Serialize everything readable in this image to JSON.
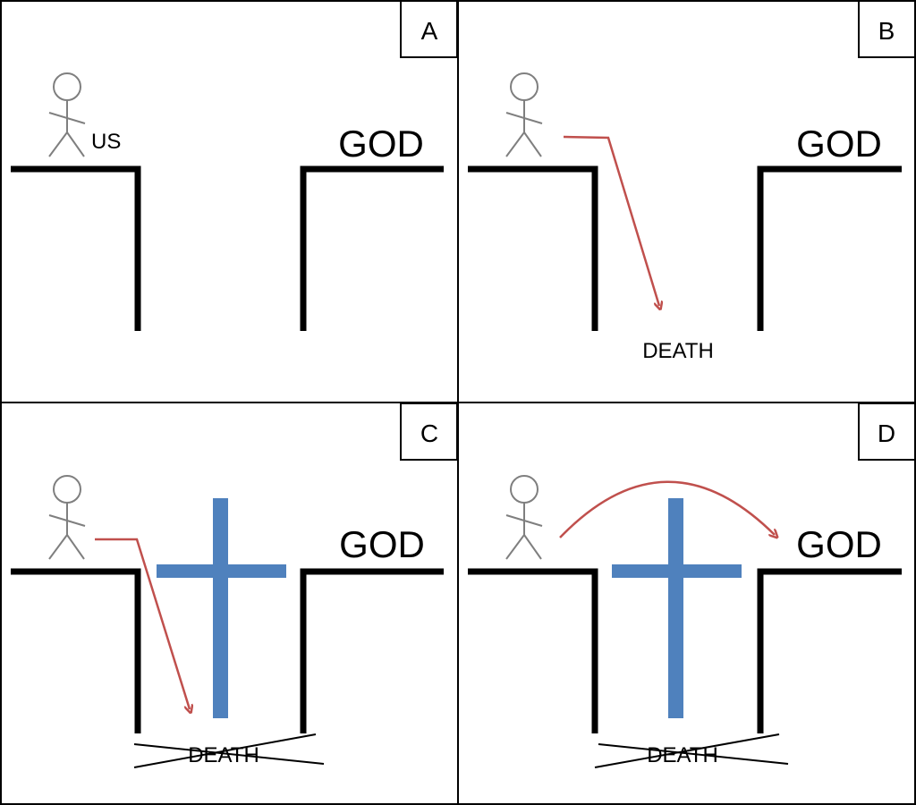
{
  "panels": [
    {
      "id": "A",
      "label": "A",
      "us_label": "US",
      "god_label": "GOD"
    },
    {
      "id": "B",
      "label": "B",
      "god_label": "GOD",
      "death_label": "DEATH"
    },
    {
      "id": "C",
      "label": "C",
      "god_label": "GOD",
      "death_label": "DEATH"
    },
    {
      "id": "D",
      "label": "D",
      "god_label": "GOD",
      "death_label": "DEATH"
    }
  ],
  "colors": {
    "arrow": "#c0504d",
    "cross": "#4f81bd",
    "ink": "#000000",
    "figure": "#7f7f7f"
  }
}
